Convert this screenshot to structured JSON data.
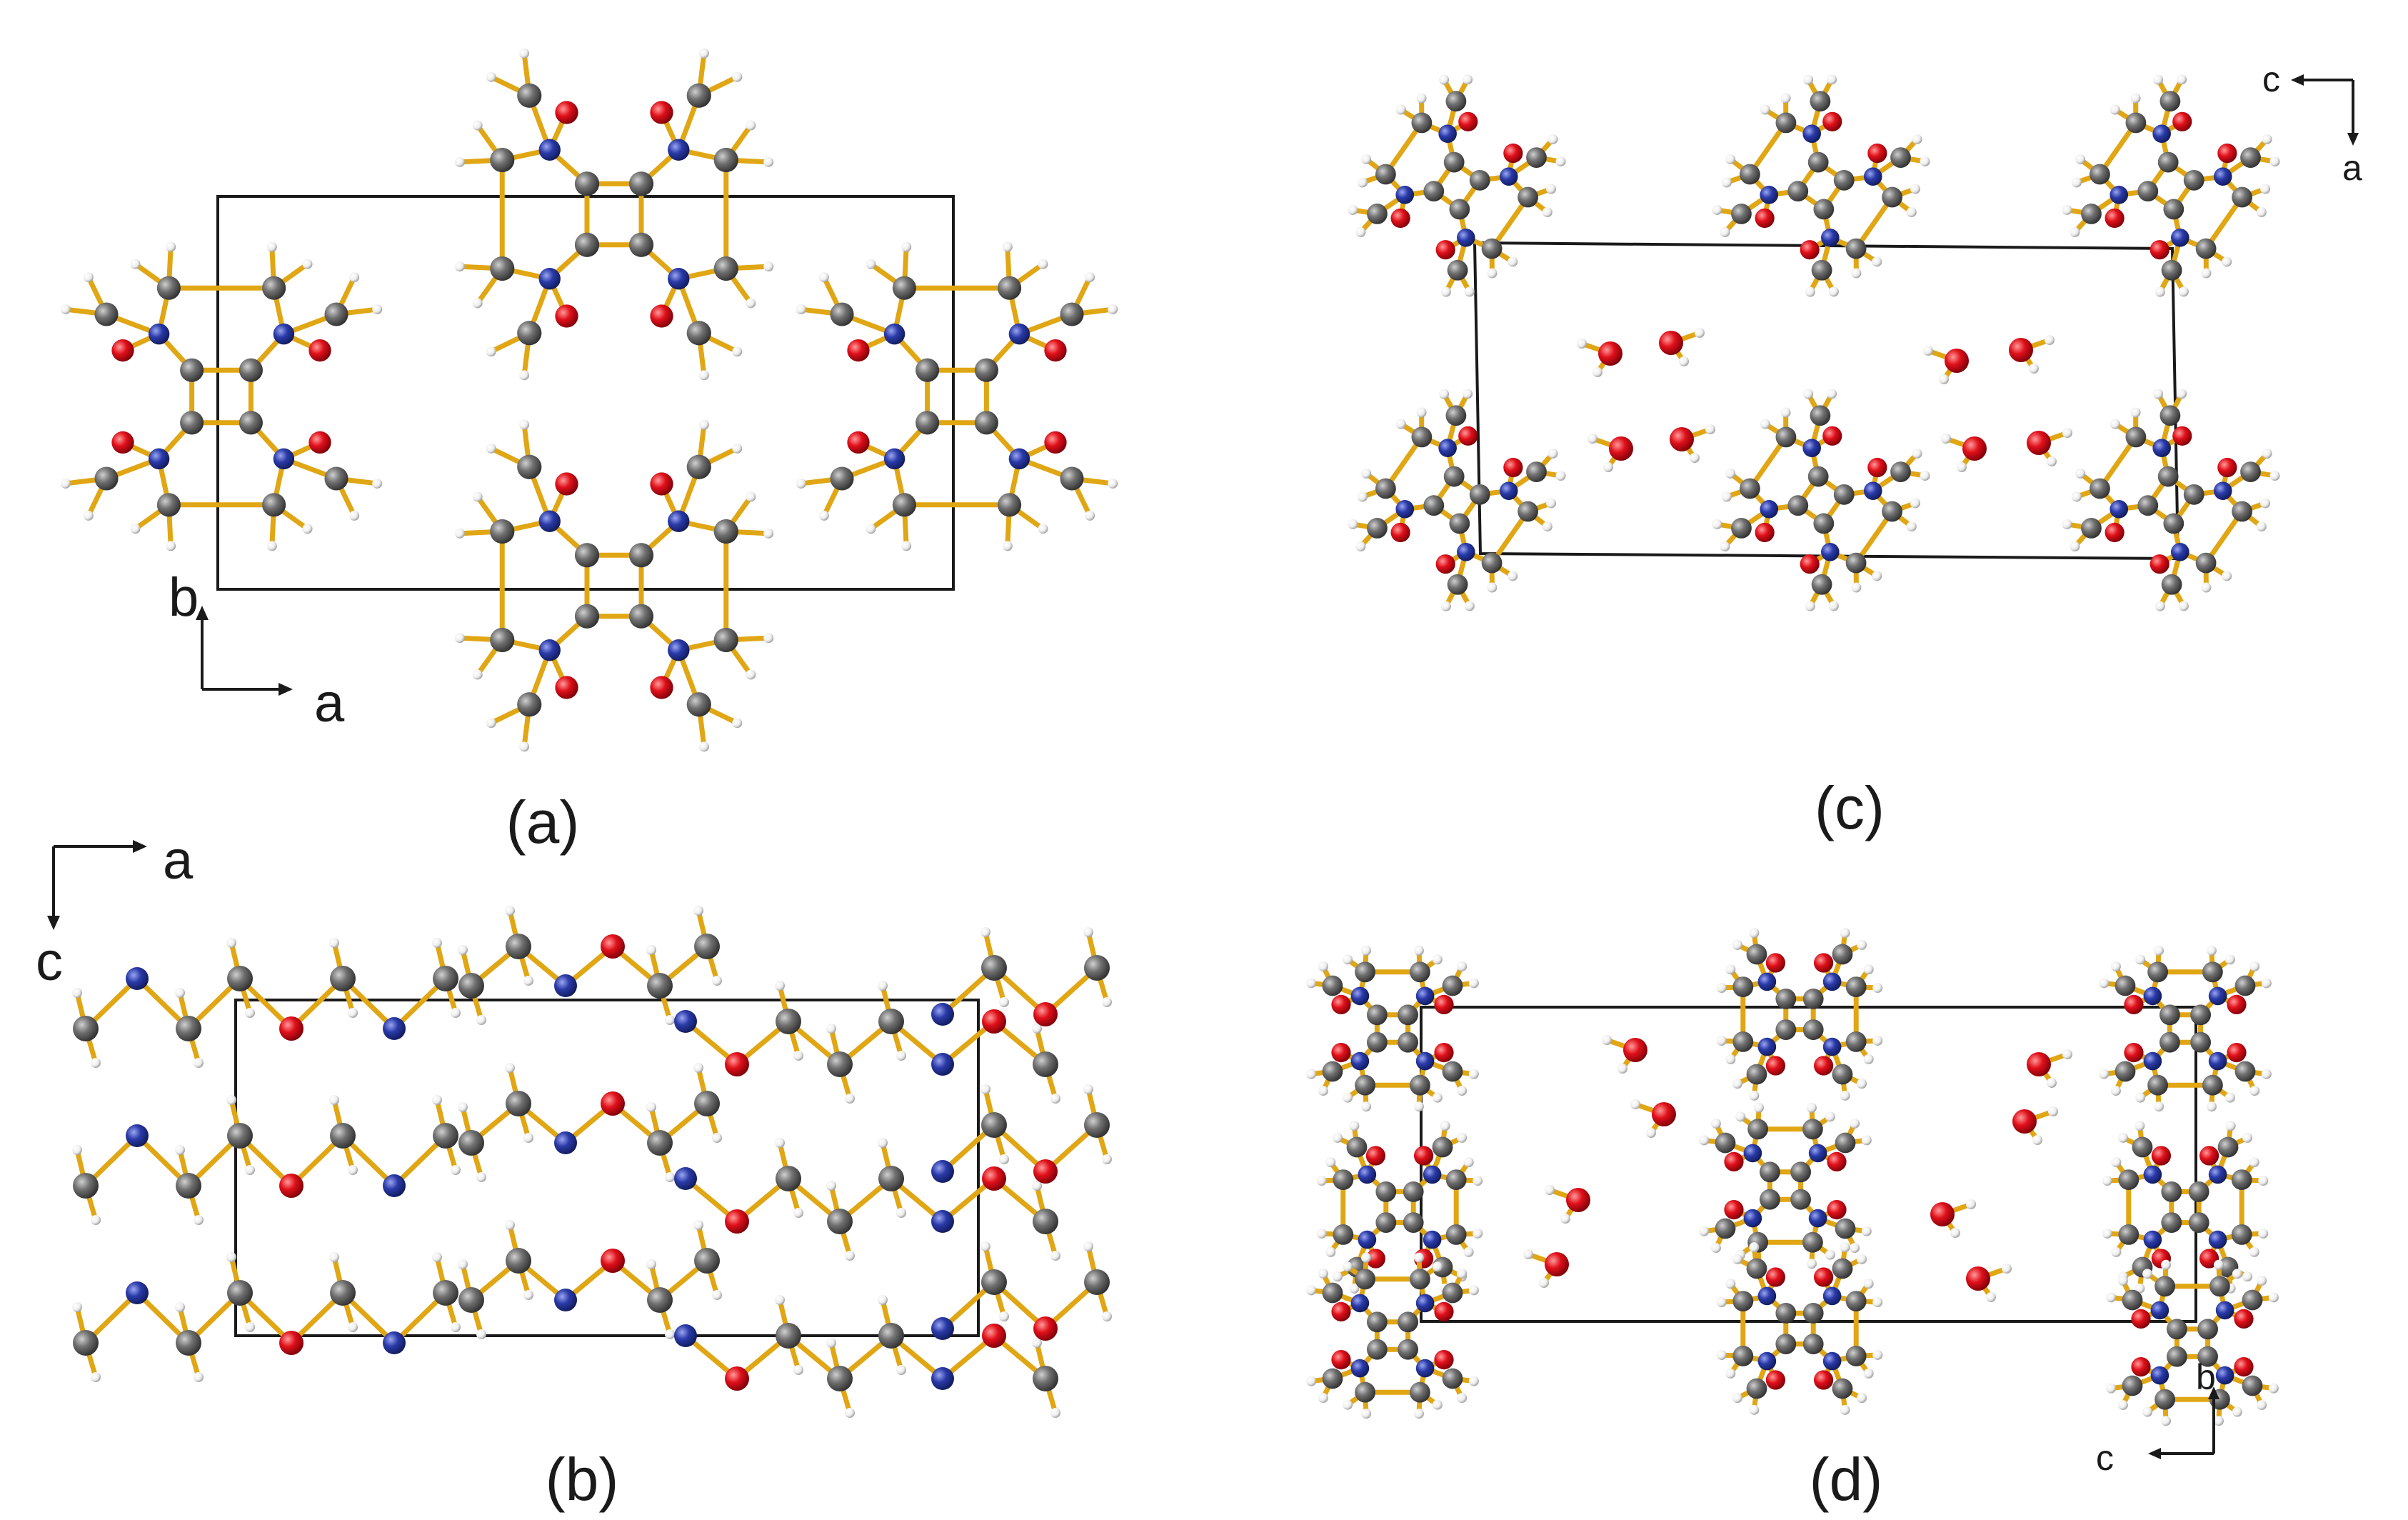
{
  "panels": [
    {
      "label": "(a)",
      "axes": {
        "horizontal": "a",
        "vertical": "b"
      }
    },
    {
      "label": "(b)",
      "axes": {
        "horizontal": "a",
        "vertical": "c"
      }
    },
    {
      "label": "(c)",
      "axes": {
        "horizontal": "c",
        "vertical": "a"
      }
    },
    {
      "label": "(d)",
      "axes": {
        "horizontal": "c",
        "vertical": "b"
      }
    }
  ],
  "colors": {
    "carbon": "#6e6e6e",
    "nitrogen": "#2a3aa8",
    "oxygen": "#e0101a",
    "hydrogen": "#f2f2f2",
    "bond": "#e0a614",
    "cell": "#1a1a1a"
  }
}
